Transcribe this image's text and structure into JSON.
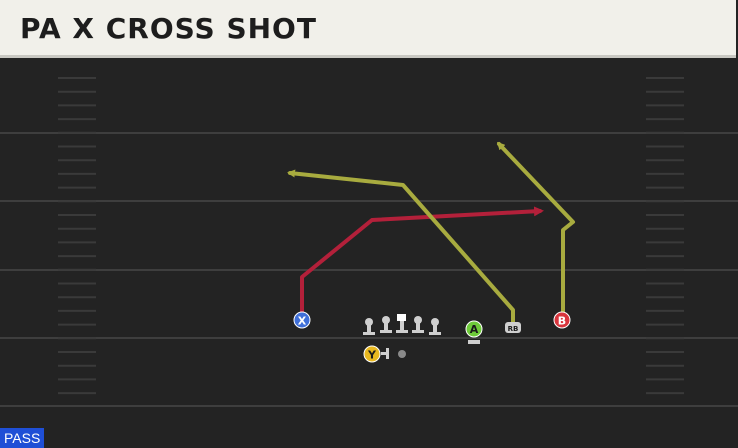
{
  "header": {
    "title": "PA X CROSS SHOT"
  },
  "badge": {
    "label": "PASS"
  },
  "players": {
    "x": {
      "label": "X",
      "color": "#3f6fd8"
    },
    "a": {
      "label": "A",
      "color": "#6ecb3a"
    },
    "b": {
      "label": "B",
      "color": "#d9353d"
    },
    "y": {
      "label": "Y",
      "color": "#e8b820"
    },
    "rb": {
      "label": "RB"
    }
  },
  "route_colors": {
    "primary": "#a8ab3f",
    "alternate": "#b3203a"
  }
}
